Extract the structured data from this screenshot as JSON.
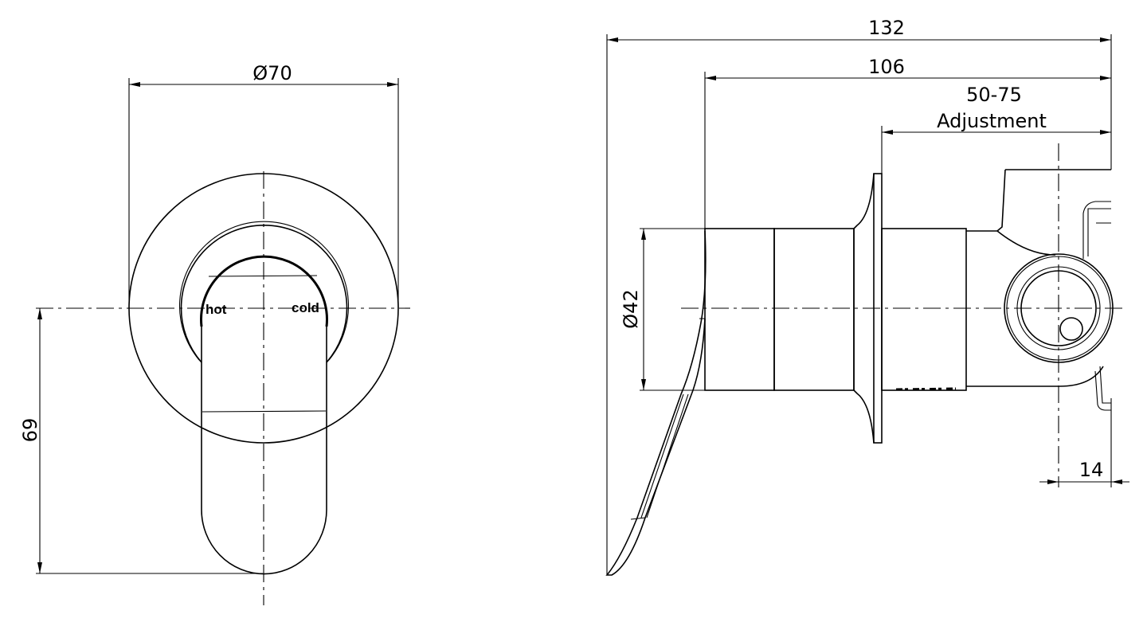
{
  "front_view": {
    "diameter_label": "Ø70",
    "height_label": "69",
    "hot_label": "hot",
    "cold_label": "cold"
  },
  "side_view": {
    "overall_length_label": "132",
    "handle_length_label": "106",
    "adjustment_range_label": "50-75",
    "adjustment_text": "Adjustment",
    "diameter_label": "Ø42",
    "offset_label": "14"
  },
  "colors": {
    "line": "#000000",
    "background": "#ffffff"
  }
}
